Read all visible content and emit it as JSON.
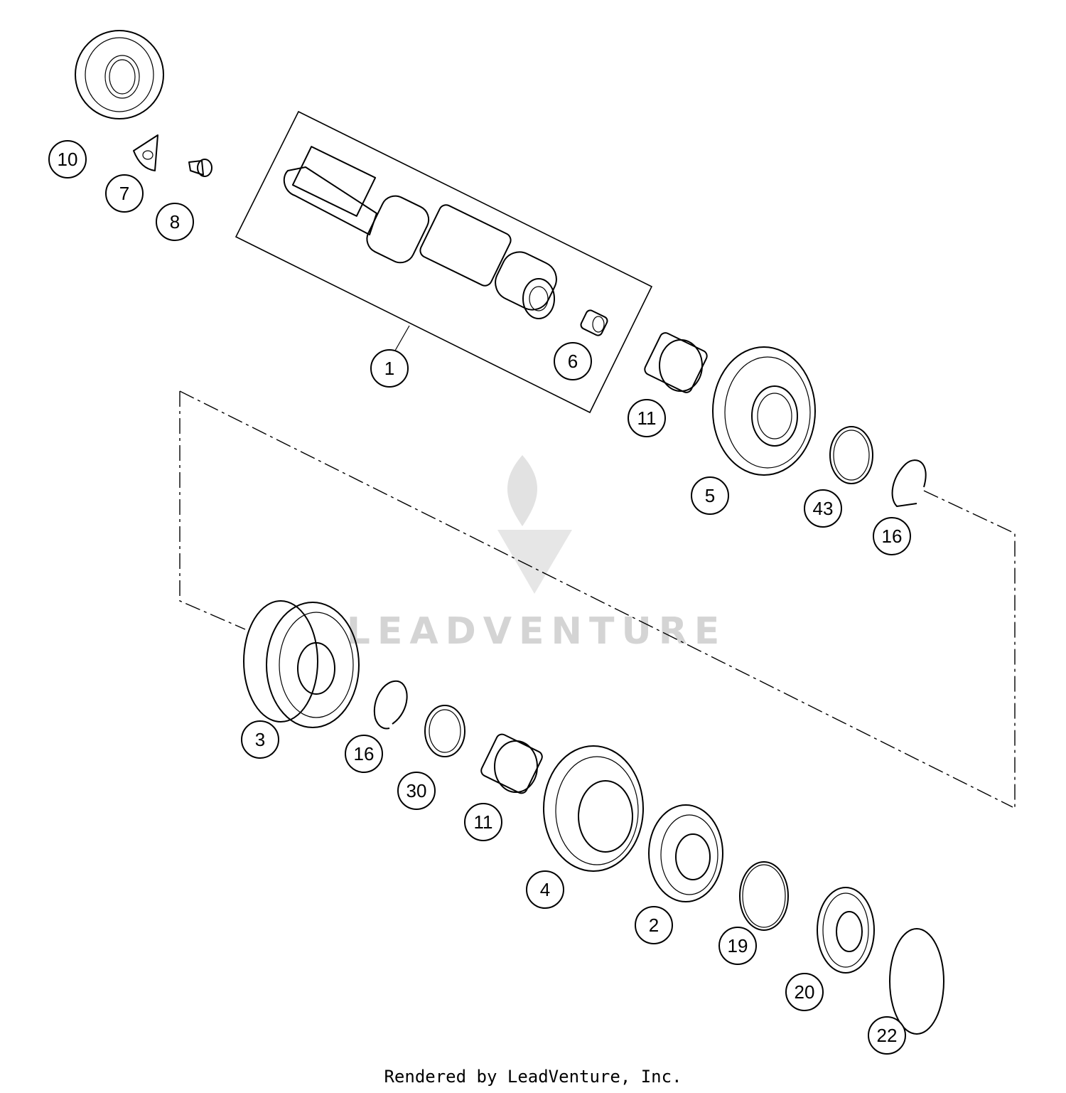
{
  "watermark": {
    "text": "LEADVENTURE"
  },
  "footer": {
    "text": "Rendered by LeadVenture, Inc."
  },
  "callouts": [
    {
      "id": "callout-10",
      "label": "10"
    },
    {
      "id": "callout-7",
      "label": "7"
    },
    {
      "id": "callout-8",
      "label": "8"
    },
    {
      "id": "callout-1",
      "label": "1"
    },
    {
      "id": "callout-6",
      "label": "6"
    },
    {
      "id": "callout-11-upper",
      "label": "11"
    },
    {
      "id": "callout-5",
      "label": "5"
    },
    {
      "id": "callout-43",
      "label": "43"
    },
    {
      "id": "callout-16-upper",
      "label": "16"
    },
    {
      "id": "callout-3",
      "label": "3"
    },
    {
      "id": "callout-16-lower",
      "label": "16"
    },
    {
      "id": "callout-30",
      "label": "30"
    },
    {
      "id": "callout-11-lower",
      "label": "11"
    },
    {
      "id": "callout-4",
      "label": "4"
    },
    {
      "id": "callout-2",
      "label": "2"
    },
    {
      "id": "callout-19",
      "label": "19"
    },
    {
      "id": "callout-20",
      "label": "20"
    },
    {
      "id": "callout-22",
      "label": "22"
    }
  ],
  "colors": {
    "line": "#000000",
    "background": "#ffffff",
    "watermark": "#d4d4d4"
  }
}
